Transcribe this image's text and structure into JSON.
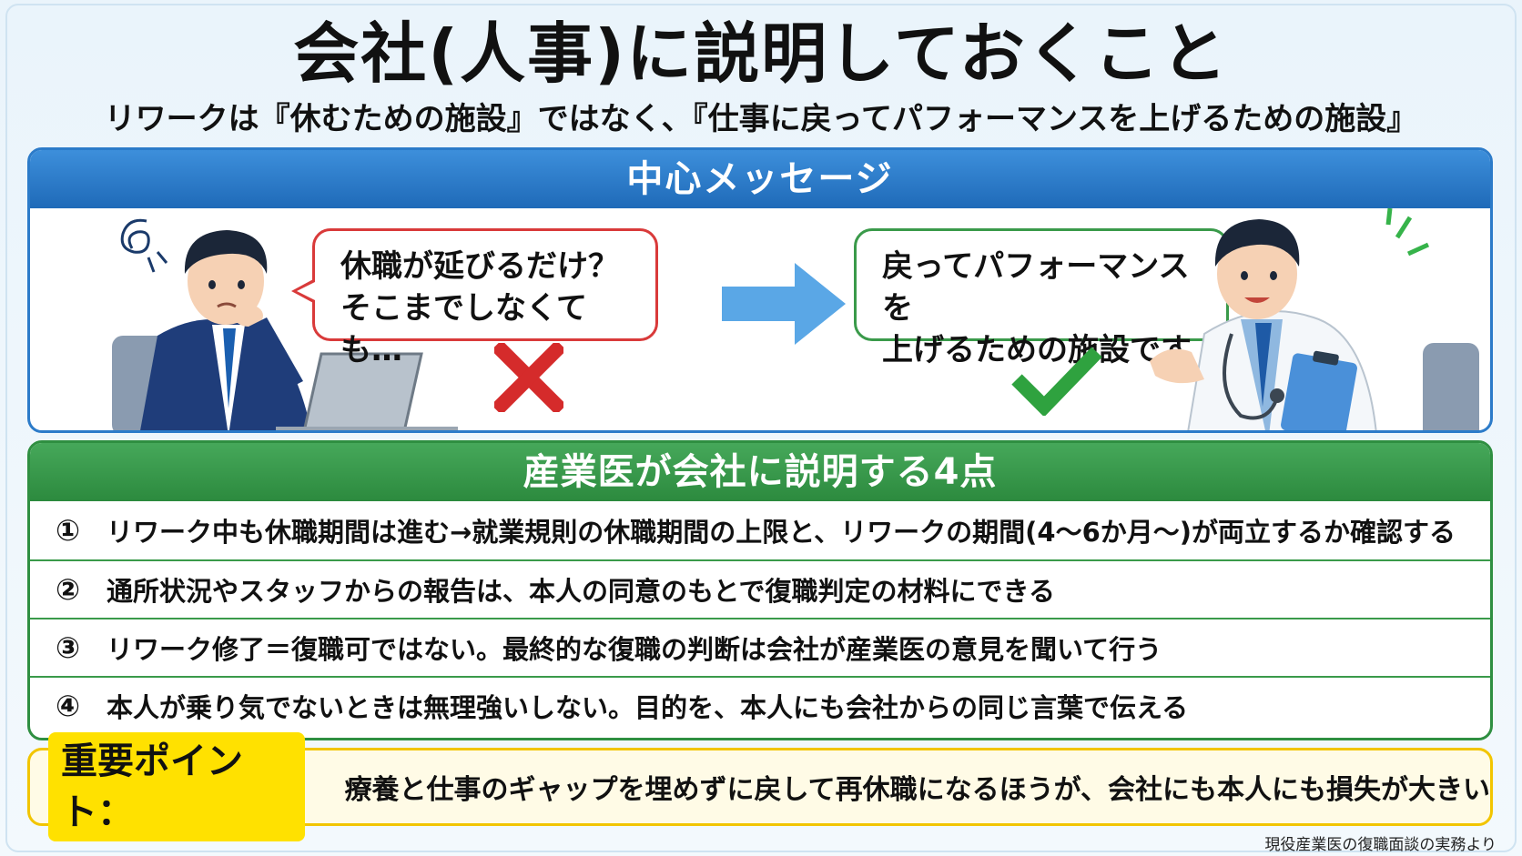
{
  "title": "会社(人事)に説明しておくこと",
  "subtitle": "リワークは『休むための施設』ではなく、『仕事に戻ってパフォーマンスを上げるための施設』",
  "core_message": {
    "heading": "中心メッセージ",
    "wrong_bubble": [
      "休職が延びるだけ？",
      "そこまでしなくても…"
    ],
    "right_bubble": [
      "戻ってパフォーマンスを",
      "上げるための施設です"
    ]
  },
  "points": {
    "heading": "産業医が会社に説明する4点",
    "items": [
      {
        "num": "①",
        "text": "リワーク中も休職期間は進む→就業規則の休職期間の上限と、リワークの期間(4〜6か月〜)が両立するか確認する"
      },
      {
        "num": "②",
        "text": "通所状況やスタッフからの報告は、本人の同意のもとで復職判定の材料にできる"
      },
      {
        "num": "③",
        "text": "リワーク修了＝復職可ではない。最終的な復職の判断は会社が産業医の意見を聞いて行う"
      },
      {
        "num": "④",
        "text": "本人が乗り気でないときは無理強いしない。目的を、本人にも会社からの同じ言葉で伝える"
      }
    ]
  },
  "key_point": {
    "label": "重要ポイント：",
    "text": "療養と仕事のギャップを埋めずに戻して再休職になるほうが、会社にも本人にも損失が大きい"
  },
  "source": "現役産業医の復職面談の実務より",
  "colors": {
    "blue": "#2c7bc9",
    "green": "#2f8f41",
    "red": "#d93a3a",
    "yellow": "#ffe100",
    "arrow": "#5aa7e6"
  }
}
